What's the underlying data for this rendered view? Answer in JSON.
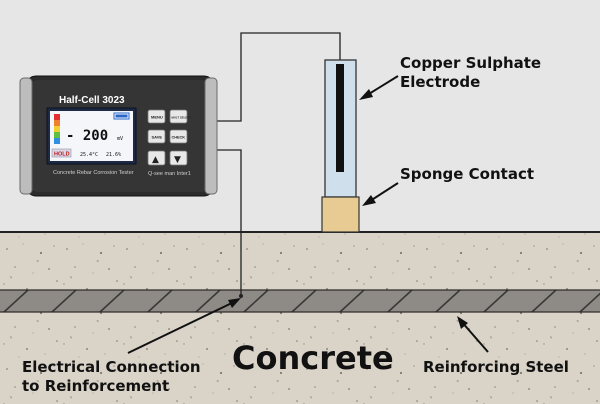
{
  "diagram": {
    "labels": {
      "electrode": [
        "Copper Sulphate",
        "Electrode"
      ],
      "sponge": "Sponge Contact",
      "connection": [
        "Electrical Connection",
        "to Reinforcement"
      ],
      "concrete": "Concrete",
      "steel": "Reinforcing Steel"
    },
    "colors": {
      "background": "#e6e6e6",
      "concrete": "#d9d3c8",
      "rebar": "#8e8a86",
      "sponge": "#e7cb92",
      "electrode_tube": "#cfe0ec",
      "device_body": "#2b2b2b",
      "screen": "#1c2a44"
    }
  },
  "device": {
    "title": "Half-Cell 3023",
    "reading": "- 200",
    "unit": "mV",
    "status": "HOLD",
    "temperature": "25.4°C",
    "humidity": "21.6%",
    "subtitle": "Concrete Rebar Corrosion Tester",
    "brand": "Q-see man Inter1",
    "buttons": {
      "menu": "MENU",
      "multi": "MULT SELECT",
      "save": "SAVE",
      "check": "CHECK",
      "up": "▲",
      "down": "▼"
    }
  }
}
